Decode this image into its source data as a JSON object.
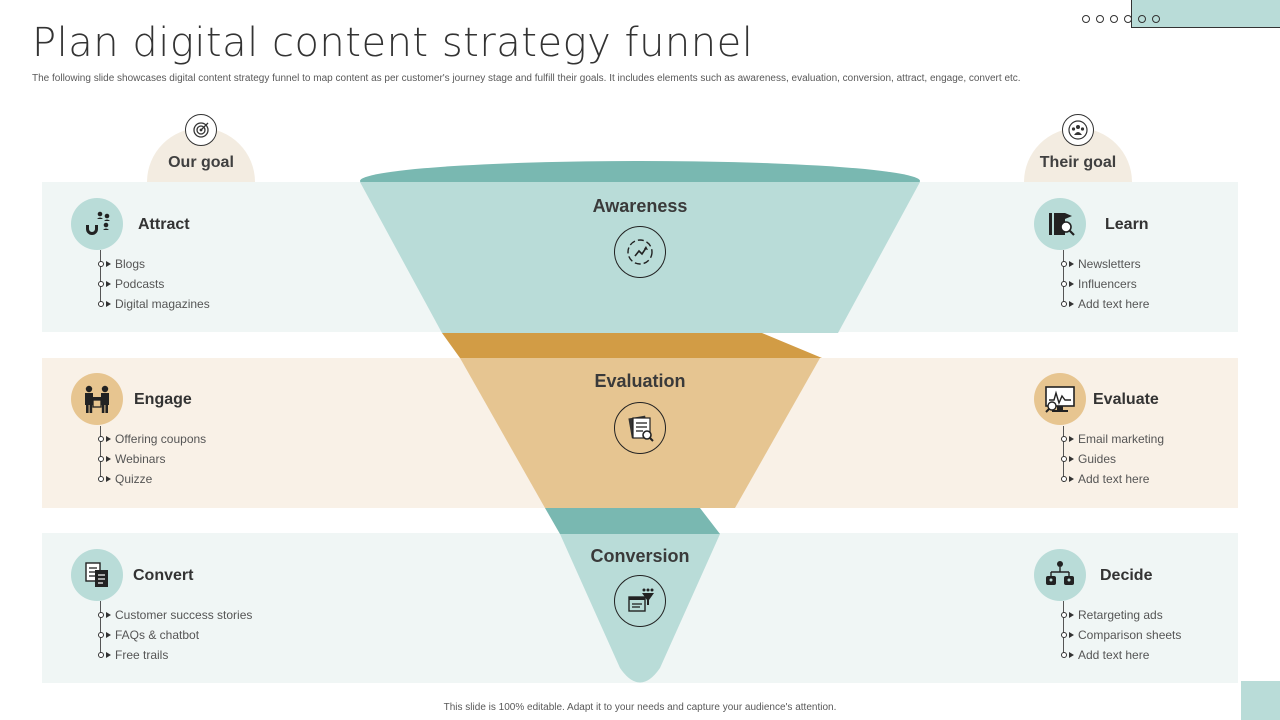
{
  "title": "Plan digital content strategy funnel",
  "subtitle": "The following slide showcases digital content strategy funnel to map content as per customer's journey stage and fulfill their goals. It includes elements such as awareness, evaluation, conversion, attract, engage, convert etc.",
  "footer": "This slide is 100% editable. Adapt it to your needs and capture your audience's attention.",
  "colors": {
    "teal_light": "#b9dcd8",
    "teal_dark": "#79b8b1",
    "tan_light": "#e6c591",
    "tan_dark": "#d29c45",
    "band_teal": "#f0f6f5",
    "band_tan": "#f9f1e7"
  },
  "our_goal": {
    "label": "Our goal",
    "icon": "target-icon",
    "sections": [
      {
        "title": "Attract",
        "icon": "magnet-people-icon",
        "items": [
          "Blogs",
          "Podcasts",
          "Digital magazines"
        ]
      },
      {
        "title": "Engage",
        "icon": "handshake-people-icon",
        "items": [
          "Offering coupons",
          "Webinars",
          "Quizze"
        ]
      },
      {
        "title": "Convert",
        "icon": "documents-icon",
        "items": [
          "Customer success stories",
          "FAQs & chatbot",
          "Free trails"
        ]
      }
    ]
  },
  "their_goal": {
    "label": "Their goal",
    "icon": "team-icon",
    "sections": [
      {
        "title": "Learn",
        "icon": "book-graduate-icon",
        "items": [
          "Newsletters",
          "Influencers",
          "Add text here"
        ]
      },
      {
        "title": "Evaluate",
        "icon": "monitor-analytics-icon",
        "items": [
          "Email marketing",
          "Guides",
          "Add text here"
        ]
      },
      {
        "title": "Decide",
        "icon": "decision-tree-icon",
        "items": [
          "Retargeting ads",
          "Comparison sheets",
          "Add text here"
        ]
      }
    ]
  },
  "funnel": {
    "stages": [
      {
        "label": "Awareness",
        "icon": "cycle-growth-icon"
      },
      {
        "label": "Evaluation",
        "icon": "document-search-icon"
      },
      {
        "label": "Conversion",
        "icon": "conversion-filter-icon"
      }
    ]
  }
}
